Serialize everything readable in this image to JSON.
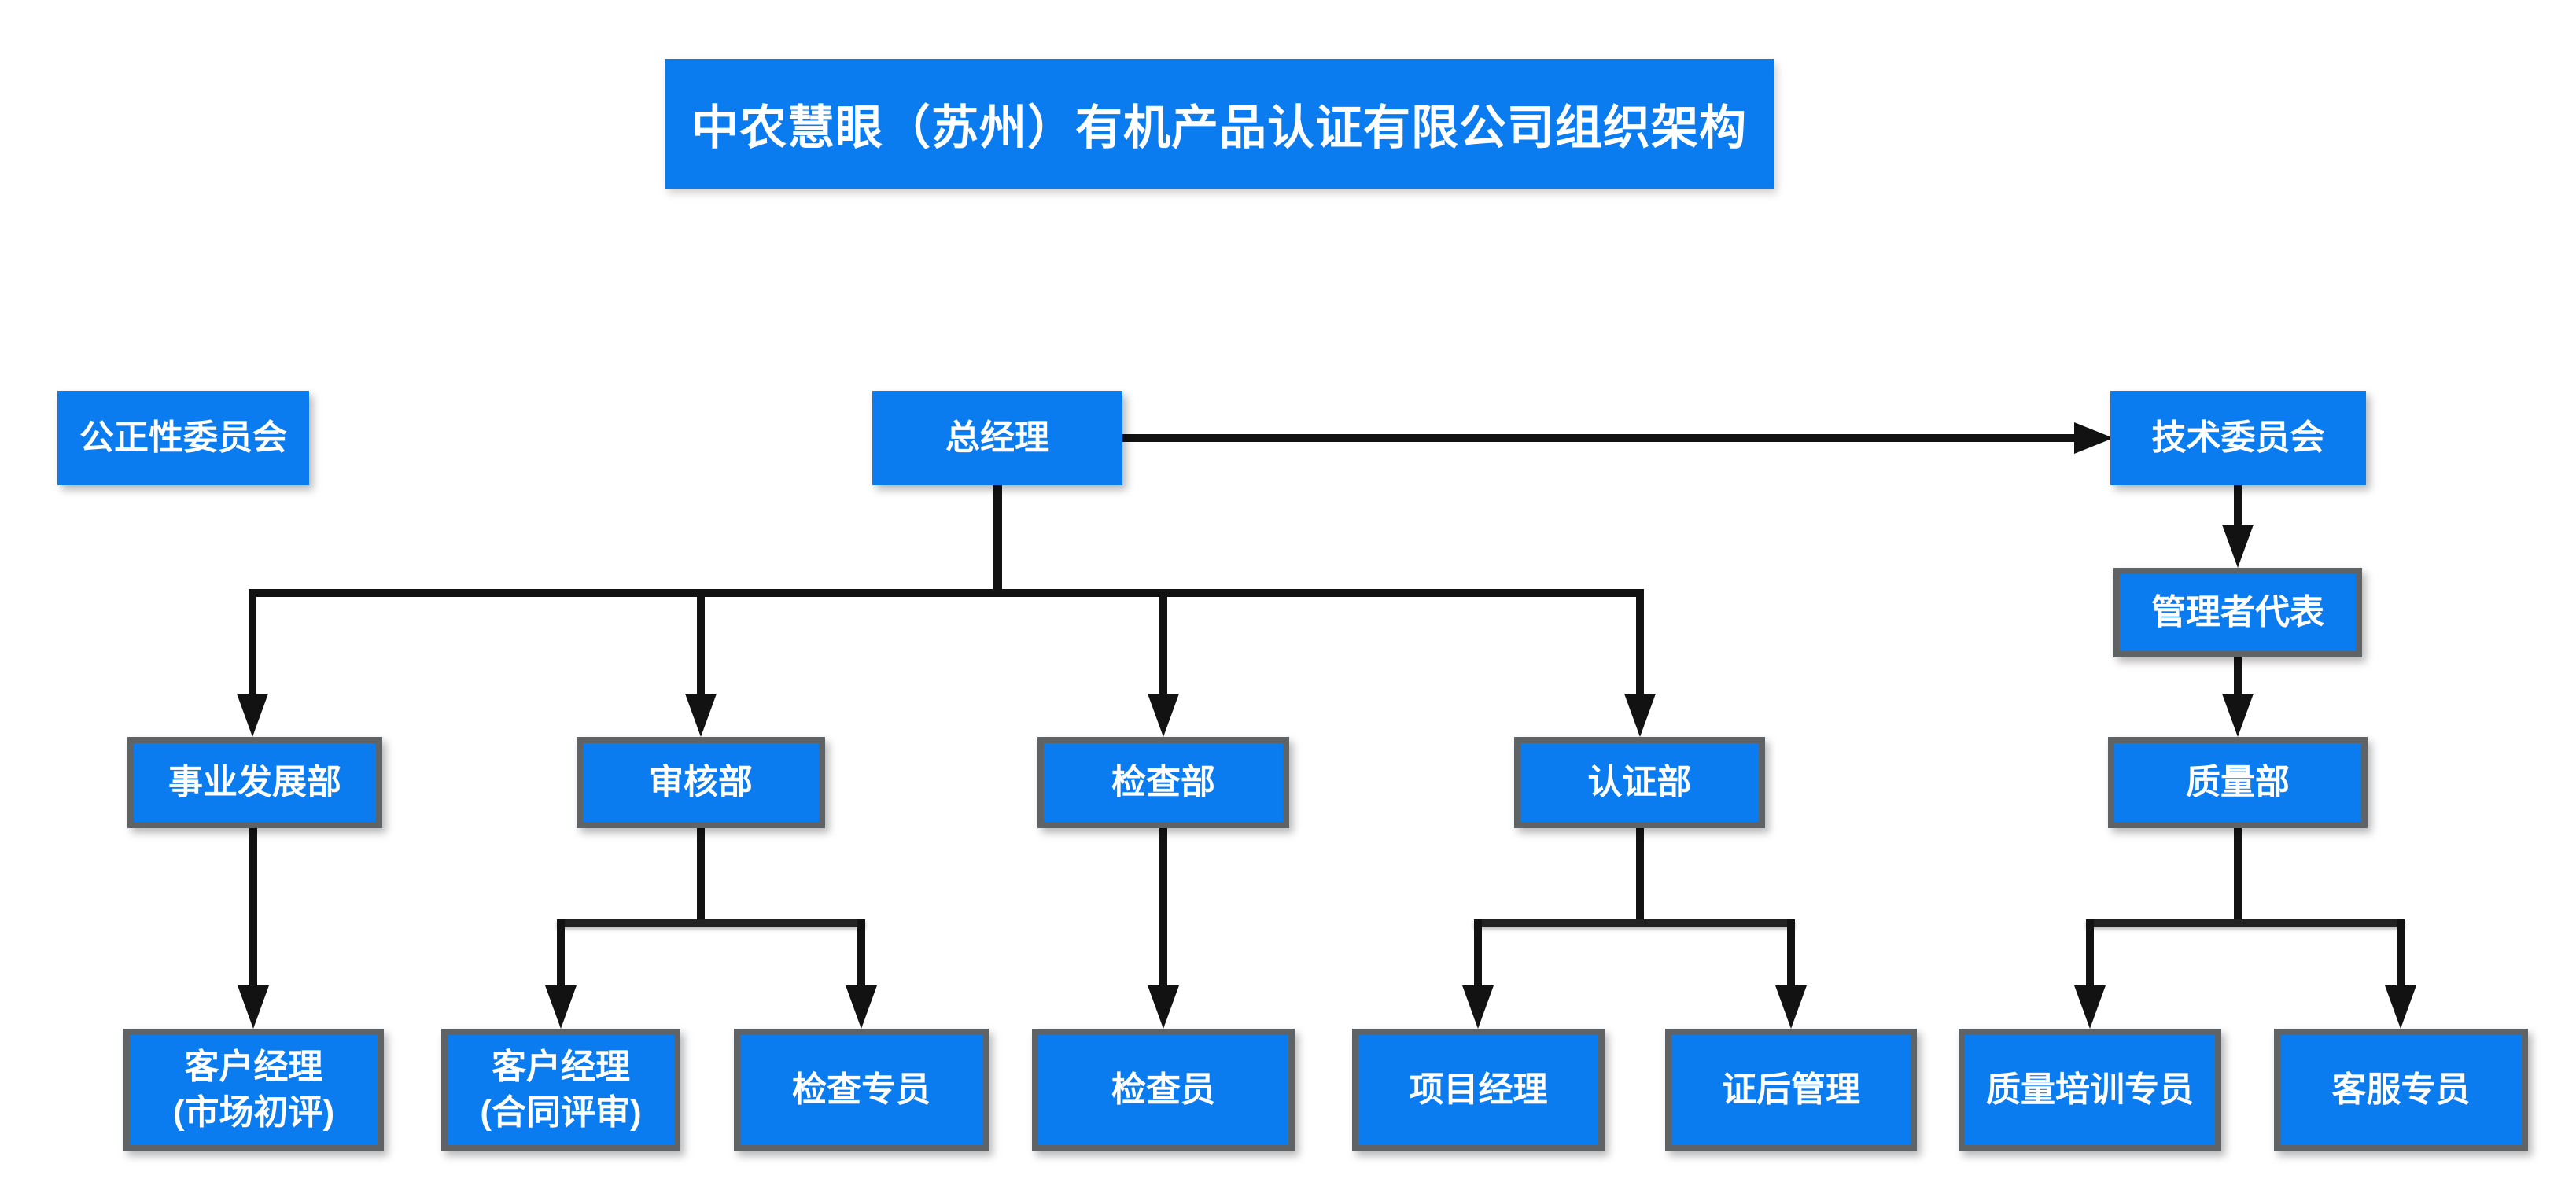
{
  "title": "中农慧眼（苏州）有机产品认证有限公司组织架构",
  "colors": {
    "box_fill": "#0a7cf0",
    "box_border": "#606366",
    "box_text": "#ffffff",
    "connector": "#121212",
    "background": "#ffffff"
  },
  "nodes": {
    "impartiality_committee": {
      "label": "公正性委员会"
    },
    "general_manager": {
      "label": "总经理"
    },
    "technical_committee": {
      "label": "技术委员会"
    },
    "management_representative": {
      "label": "管理者代表"
    },
    "business_development_dept": {
      "label": "事业发展部"
    },
    "audit_dept": {
      "label": "审核部"
    },
    "inspection_dept": {
      "label": "检查部"
    },
    "certification_dept": {
      "label": "认证部"
    },
    "quality_dept": {
      "label": "质量部"
    },
    "account_manager_market": {
      "label": "客户经理",
      "sublabel": "(市场初评)"
    },
    "account_manager_contract": {
      "label": "客户经理",
      "sublabel": "(合同评审)"
    },
    "inspection_specialist": {
      "label": "检查专员"
    },
    "inspector": {
      "label": "检查员"
    },
    "project_manager": {
      "label": "项目经理"
    },
    "post_certification_management": {
      "label": "证后管理"
    },
    "quality_training_specialist": {
      "label": "质量培训专员"
    },
    "customer_service_specialist": {
      "label": "客服专员"
    }
  },
  "edges": [
    "general_manager -> technical_committee",
    "general_manager -> business_development_dept",
    "general_manager -> audit_dept",
    "general_manager -> inspection_dept",
    "general_manager -> certification_dept",
    "technical_committee -> management_representative",
    "management_representative -> quality_dept",
    "business_development_dept -> account_manager_market",
    "audit_dept -> account_manager_contract",
    "audit_dept -> inspection_specialist",
    "inspection_dept -> inspector",
    "certification_dept -> project_manager",
    "certification_dept -> post_certification_management",
    "quality_dept -> quality_training_specialist",
    "quality_dept -> customer_service_specialist"
  ]
}
